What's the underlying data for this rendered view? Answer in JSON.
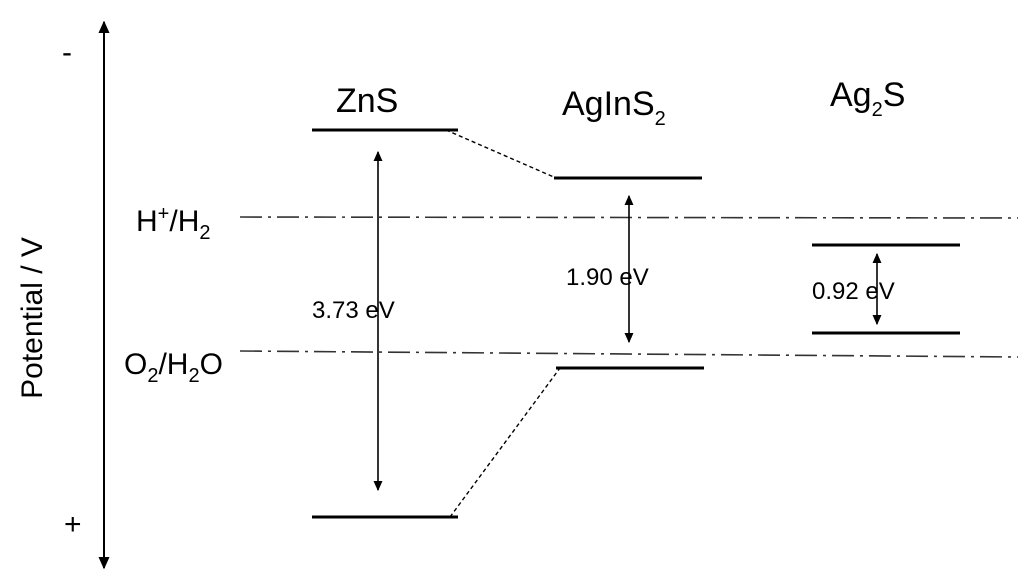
{
  "diagram": {
    "axis": {
      "label": "Potential / V",
      "top_sign": "-",
      "bottom_sign": "+"
    },
    "materials": [
      {
        "formula_main": "ZnS",
        "formula_sub": "",
        "formula_tail": "",
        "band_gap": "3.73 eV"
      },
      {
        "formula_main": "AgInS",
        "formula_sub": "2",
        "formula_tail": "",
        "band_gap": "1.90 eV"
      },
      {
        "formula_main": "Ag",
        "formula_sub": "2",
        "formula_tail": "S",
        "band_gap": "0.92 eV"
      }
    ],
    "redox_levels": [
      {
        "pre": "H",
        "sup": "+",
        "mid": "/H",
        "sub": "2",
        "tail": ""
      },
      {
        "pre": "O",
        "sup": "",
        "mid": "",
        "sub": "2",
        "tail": "/H",
        "sub2": "2",
        "end": "O"
      }
    ]
  },
  "colors": {
    "line": "#000000",
    "background": "#ffffff"
  }
}
